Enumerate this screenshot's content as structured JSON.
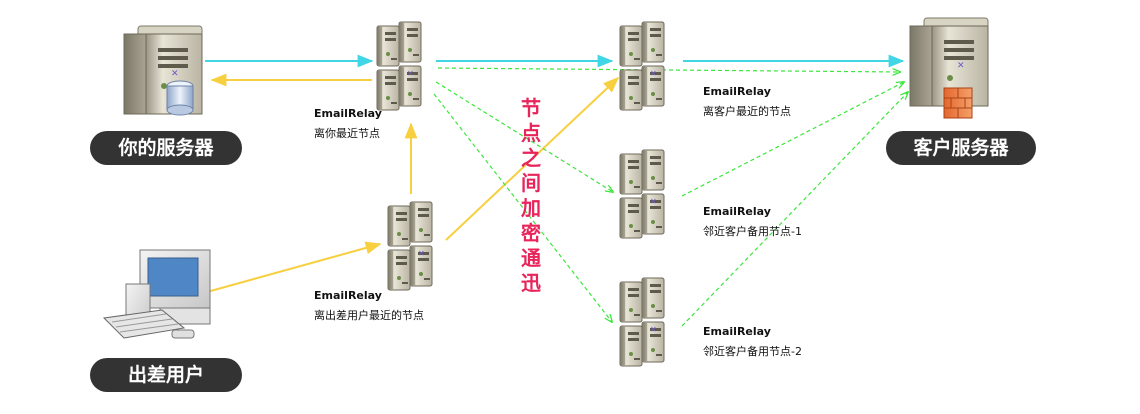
{
  "nodes": {
    "your_server": {
      "label": "你的服务器"
    },
    "customer_server": {
      "label": "客户服务器"
    },
    "travel_user": {
      "label": "出差用户"
    },
    "relay_near_you": {
      "title": "EmailRelay",
      "sub": "离你最近节点"
    },
    "relay_near_customer": {
      "title": "EmailRelay",
      "sub": "离客户最近的节点"
    },
    "relay_near_travel": {
      "title": "EmailRelay",
      "sub": "离出差用户最近的节点"
    },
    "relay_backup_1": {
      "title": "EmailRelay",
      "sub": "邻近客户备用节点-1"
    },
    "relay_backup_2": {
      "title": "EmailRelay",
      "sub": "邻近客户备用节点-2"
    }
  },
  "annotation": {
    "chars": [
      "节",
      "点",
      "之",
      "间",
      "加",
      "密",
      "通",
      "迅"
    ]
  },
  "colors": {
    "cyan_arrow": "#41d6e6",
    "yellow_arrow": "#f7cf3f",
    "green_dashed": "#3ce63c",
    "pill_bg": "#333333",
    "annotation": "#e8245a"
  }
}
